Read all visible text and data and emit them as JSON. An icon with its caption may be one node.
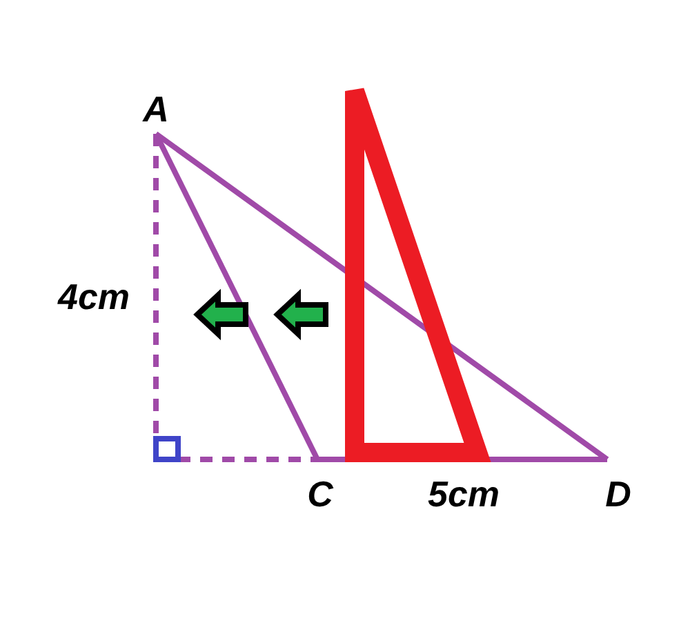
{
  "diagram": {
    "nodes": [
      {
        "text": [
          "A"
        ]
      },
      {
        "text": [
          "C"
        ]
      },
      {
        "text": [
          "D"
        ]
      },
      {
        "text": [],
        "shape": "box"
      }
    ],
    "edges": [
      {
        "from": 0,
        "to": 1,
        "arrow": "none"
      },
      {
        "from": 0,
        "to": 2,
        "arrow": "none"
      },
      {
        "from": 1,
        "to": 2,
        "arrow": "none"
      },
      {
        "from": 0,
        "to": 3,
        "arrow": "none",
        "style": "dashed"
      },
      {
        "from": 3,
        "to": 1,
        "arrow": "none",
        "style": "dashed"
      }
    ],
    "labels": [
      "4cm",
      "5cm"
    ]
  }
}
